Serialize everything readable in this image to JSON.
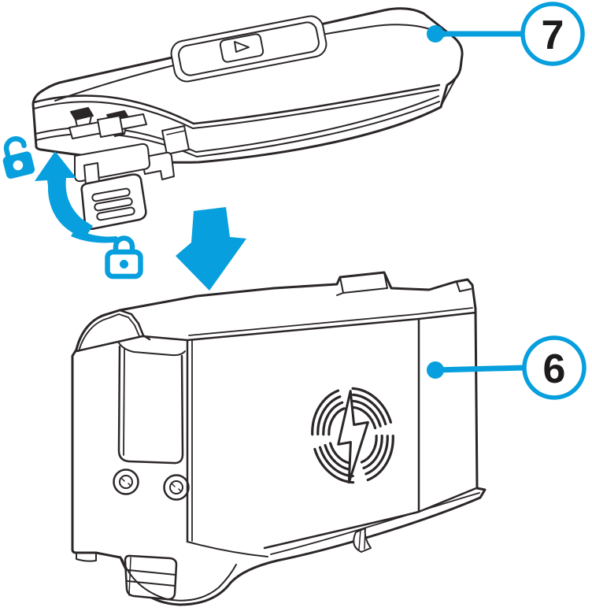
{
  "illustration": {
    "type": "exploded-assembly-diagram",
    "subject": "battery-cover-installation",
    "background_color": "#ffffff",
    "accent_color": "#079fdd",
    "line_color": "#2b2627",
    "label_color": "#1d1b1c",
    "callouts": {
      "cover": {
        "label": "7"
      },
      "battery": {
        "label": "6"
      }
    },
    "icons": {
      "unlock": "unlock-padlock-icon",
      "lock": "lock-padlock-icon",
      "rotate_arrow": "curved-rotate-up-arrow",
      "insert_arrow": "down-insert-arrow",
      "charging_coil": "wireless-charging-coil-lightning-icon",
      "screws": "socket-screw-icon"
    }
  }
}
